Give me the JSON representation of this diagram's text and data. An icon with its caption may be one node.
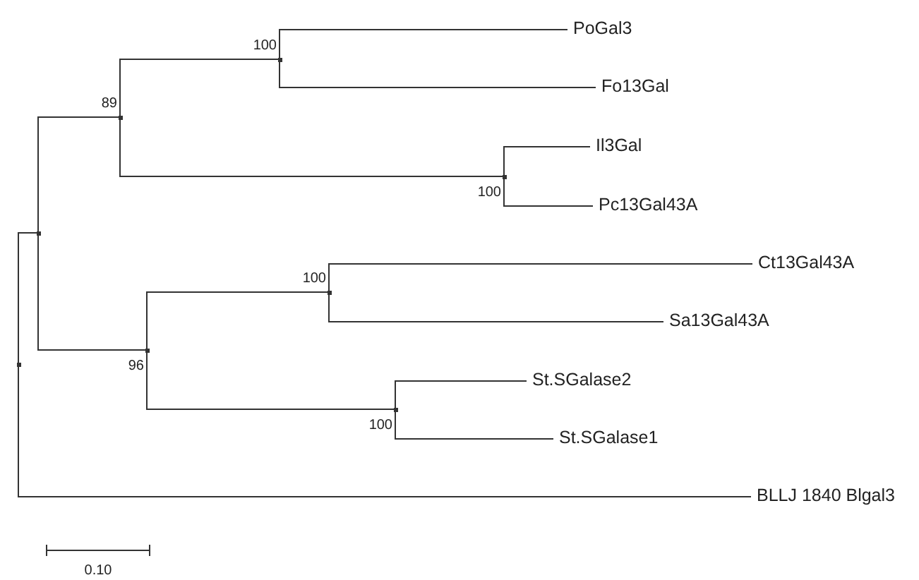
{
  "diagram": {
    "nodes": [
      {
        "text": [],
        "shape": "point"
      },
      {
        "text": [],
        "shape": "point"
      },
      {
        "text": [],
        "shape": "point",
        "beside": [
          "89"
        ]
      },
      {
        "text": [],
        "shape": "point",
        "beside": [
          "100"
        ]
      },
      {
        "text": [
          "PoGal3"
        ]
      },
      {
        "text": [
          "Fo13Gal"
        ]
      },
      {
        "text": [],
        "shape": "point",
        "beside": [
          "100"
        ]
      },
      {
        "text": [
          "Il3Gal"
        ]
      },
      {
        "text": [
          "Pc13Gal43A"
        ]
      },
      {
        "text": [],
        "shape": "point",
        "beside": [
          "96"
        ]
      },
      {
        "text": [],
        "shape": "point",
        "beside": [
          "100"
        ]
      },
      {
        "text": [
          "Ct13Gal43A"
        ]
      },
      {
        "text": [
          "Sa13Gal43A"
        ]
      },
      {
        "text": [],
        "shape": "point",
        "beside": [
          "100"
        ]
      },
      {
        "text": [
          "St.SGalase2"
        ]
      },
      {
        "text": [
          "St.SGalase1"
        ]
      },
      {
        "text": [
          "BLLJ 1840 Blgal3"
        ]
      }
    ],
    "edges": [
      {
        "from": 0,
        "to": 1,
        "arrow": "none"
      },
      {
        "from": 0,
        "to": 16,
        "arrow": "none"
      },
      {
        "from": 1,
        "to": 2,
        "arrow": "none"
      },
      {
        "from": 1,
        "to": 9,
        "arrow": "none"
      },
      {
        "from": 2,
        "to": 3,
        "arrow": "none"
      },
      {
        "from": 2,
        "to": 6,
        "arrow": "none"
      },
      {
        "from": 3,
        "to": 4,
        "arrow": "none"
      },
      {
        "from": 3,
        "to": 5,
        "arrow": "none"
      },
      {
        "from": 6,
        "to": 7,
        "arrow": "none"
      },
      {
        "from": 6,
        "to": 8,
        "arrow": "none"
      },
      {
        "from": 9,
        "to": 10,
        "arrow": "none"
      },
      {
        "from": 9,
        "to": 13,
        "arrow": "none"
      },
      {
        "from": 10,
        "to": 11,
        "arrow": "none"
      },
      {
        "from": 10,
        "to": 12,
        "arrow": "none"
      },
      {
        "from": 13,
        "to": 14,
        "arrow": "none"
      },
      {
        "from": 13,
        "to": 15,
        "arrow": "none"
      }
    ],
    "labels": [
      "0.10"
    ]
  }
}
